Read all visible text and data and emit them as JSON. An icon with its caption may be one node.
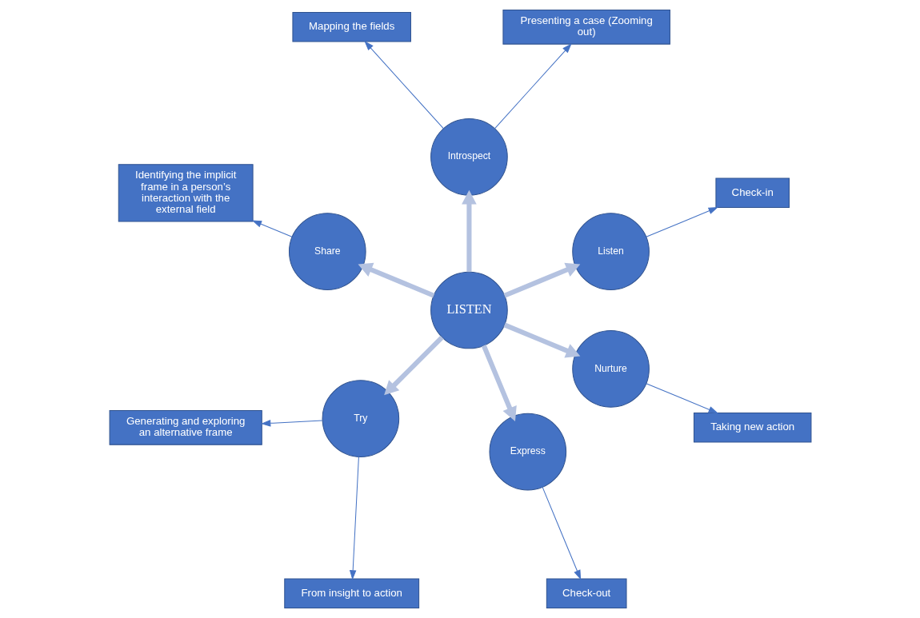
{
  "diagram": {
    "nodes": [
      {
        "text": [
          "LISTEN"
        ]
      },
      {
        "text": [
          "Listen"
        ]
      },
      {
        "text": [
          "Introspect"
        ]
      },
      {
        "text": [
          "Share"
        ]
      },
      {
        "text": [
          "Try"
        ]
      },
      {
        "text": [
          "Express"
        ]
      },
      {
        "text": [
          "Nurture"
        ]
      },
      {
        "text": [
          "Check-in"
        ]
      },
      {
        "text": [
          "Presenting a case (Zooming out)"
        ]
      },
      {
        "text": [
          "Mapping the fields"
        ]
      },
      {
        "text": [
          "Identifying the implicit frame in a person’s interaction with the external field"
        ]
      },
      {
        "text": [
          "Generating and exploring an alternative frame"
        ]
      },
      {
        "text": [
          "From insight to action"
        ]
      },
      {
        "text": [
          "Check-out"
        ]
      },
      {
        "text": [
          "Taking new action"
        ]
      }
    ],
    "edges": [
      {
        "from": 0,
        "to": 1,
        "arrow": "to",
        "style": "thick",
        "color": "#b4c2e0"
      },
      {
        "from": 0,
        "to": 2,
        "arrow": "to",
        "style": "thick",
        "color": "#b4c2e0"
      },
      {
        "from": 0,
        "to": 3,
        "arrow": "to",
        "style": "thick",
        "color": "#b4c2e0"
      },
      {
        "from": 0,
        "to": 4,
        "arrow": "to",
        "style": "thick",
        "color": "#b4c2e0"
      },
      {
        "from": 0,
        "to": 5,
        "arrow": "to",
        "style": "thick",
        "color": "#b4c2e0"
      },
      {
        "from": 0,
        "to": 6,
        "arrow": "to",
        "style": "thick",
        "color": "#b4c2e0"
      },
      {
        "from": 1,
        "to": 7,
        "arrow": "to"
      },
      {
        "from": 2,
        "to": 8,
        "arrow": "to"
      },
      {
        "from": 2,
        "to": 9,
        "arrow": "to"
      },
      {
        "from": 3,
        "to": 10,
        "arrow": "to"
      },
      {
        "from": 4,
        "to": 11,
        "arrow": "to"
      },
      {
        "from": 4,
        "to": 12,
        "arrow": "to"
      },
      {
        "from": 5,
        "to": 13,
        "arrow": "to"
      },
      {
        "from": 6,
        "to": 14,
        "arrow": "to"
      }
    ]
  }
}
